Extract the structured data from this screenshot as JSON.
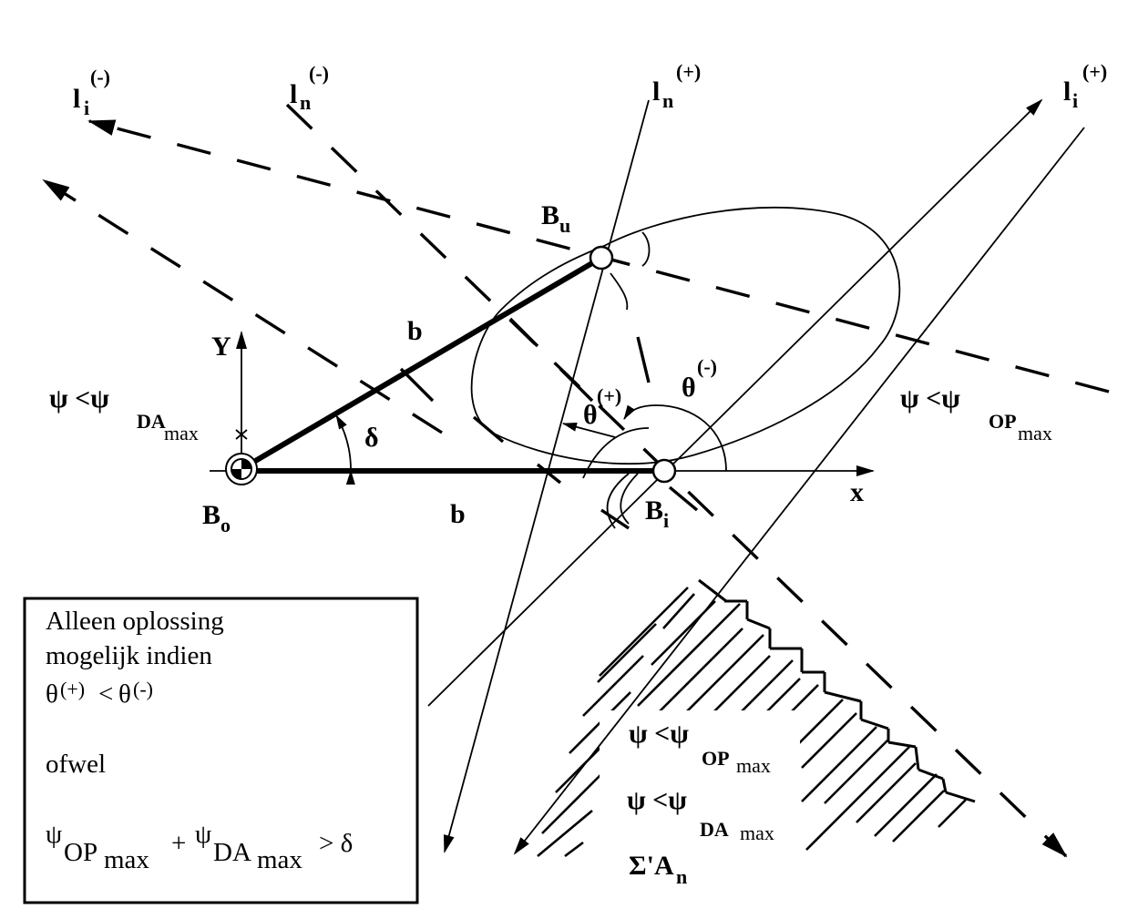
{
  "labels": {
    "li_minus": "l",
    "li_minus_sub": "i",
    "li_minus_sup": "(-)",
    "ln_minus": "l",
    "ln_minus_sub": "n",
    "ln_minus_sup": "(-)",
    "ln_plus": "l",
    "ln_plus_sub": "n",
    "ln_plus_sup": "(+)",
    "li_plus": "l",
    "li_plus_sub": "i",
    "li_plus_sup": "(+)",
    "bu": "B",
    "bu_sub": "u",
    "bo": "B",
    "bo_sub": "o",
    "bi": "B",
    "bi_sub": "i",
    "b_upper": "b",
    "b_lower": "b",
    "y_axis": "Y",
    "x_axis": "x",
    "delta": "δ",
    "theta_plus": "θ",
    "theta_plus_sup": "(+)",
    "theta_minus": "θ",
    "theta_minus_sup": "(-)",
    "psi_left": "ψ <ψ",
    "psi_left_sub": "DA",
    "psi_left_subsub": "max",
    "psi_right": "ψ <ψ",
    "psi_right_sub": "OP",
    "psi_right_subsub": "max",
    "region_psi_op": "ψ <ψ",
    "region_psi_op_sub": "OP",
    "region_psi_op_subsub": "max",
    "region_psi_da": "ψ <ψ",
    "region_psi_da_sub": "DA",
    "region_psi_da_subsub": "max",
    "region_sigma": "Σ'A",
    "region_sigma_sub": "n"
  },
  "note_box": {
    "line1": "Alleen oplossing",
    "line2": "mogelijk indien",
    "line3_theta1": "θ",
    "line3_sup1": "(+)",
    "line3_lt": "<",
    "line3_theta2": "θ",
    "line3_sup2": "(-)",
    "line4": "ofwel",
    "line5_psi1": "ψ",
    "line5_sub1": "OP",
    "line5_subsub1": "max",
    "line5_plus": "+",
    "line5_psi2": "ψ",
    "line5_sub2": "DA",
    "line5_subsub2": "max",
    "line5_gt": "> δ"
  }
}
